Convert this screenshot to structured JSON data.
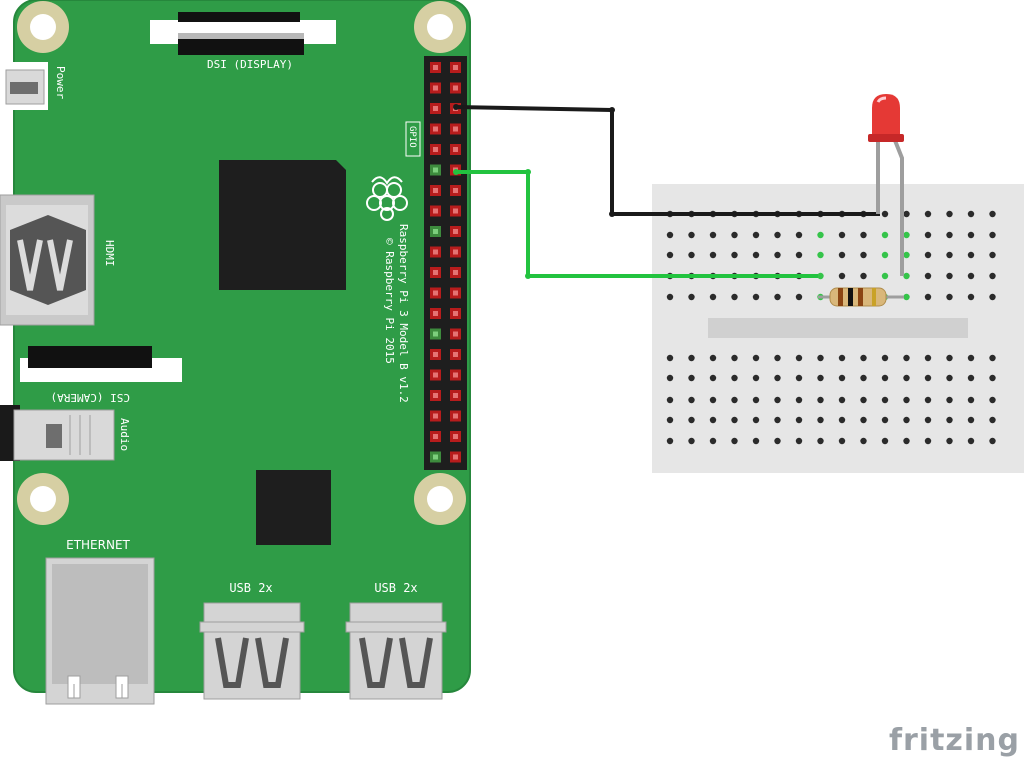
{
  "colors": {
    "pcb": "#2f9c47",
    "pcb_edge": "#26873c",
    "chip": "#1e1e1e",
    "mount_hole_ring": "#d6cfa3",
    "breadboard": "#e6e6e6",
    "wire_ground": "#1a1a1a",
    "wire_signal": "#22c33f",
    "led": "#e53935",
    "brand_text": "#9aa0a6"
  },
  "board": {
    "labels": {
      "dsi": "DSI (DISPLAY)",
      "csi": "CSI (CAMERA)",
      "power": "Power",
      "hdmi": "HDMI",
      "audio": "Audio",
      "gpio": "GPIO",
      "model": "Raspberry Pi 3 Model B v1.2",
      "copyright": "© Raspberry Pi 2015",
      "ethernet": "ETHERNET",
      "usb_left": "USB 2x",
      "usb_right": "USB 2x"
    }
  },
  "brand": {
    "name": "fritzing"
  }
}
